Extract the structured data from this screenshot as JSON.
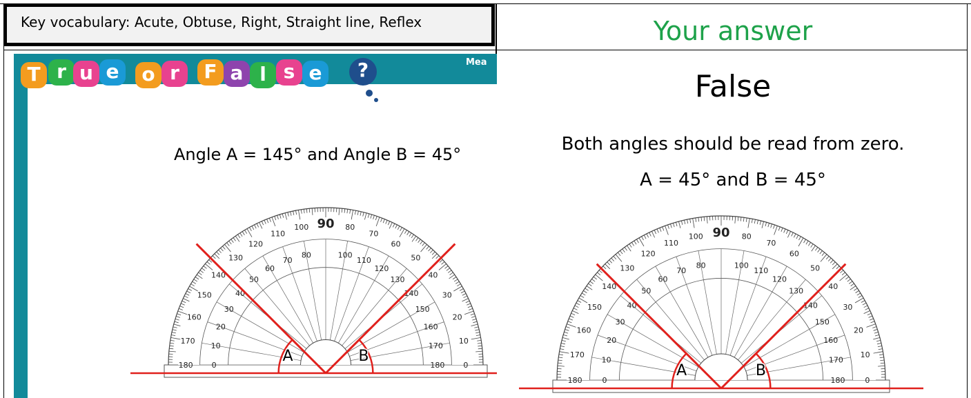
{
  "header": {
    "vocabulary": "Key vocabulary: Acute, Obtuse, Right, Straight line, Reflex",
    "answer_title": "Your answer"
  },
  "question": {
    "banner_letters": [
      "T",
      "r",
      "u",
      "e",
      "o",
      "r",
      "F",
      "a",
      "l",
      "s",
      "e",
      "?"
    ],
    "banner_colors": [
      "#f39c1f",
      "#2db24a",
      "#e8428f",
      "#1a9ad6",
      "#f39c1f",
      "#e8428f",
      "#f39c1f",
      "#8e44ad",
      "#2db24a",
      "#e8428f",
      "#1a9ad6",
      "#1f4e8c"
    ],
    "cut_off_label": "Mea",
    "statement": "Angle A = 145° and Angle B = 45°"
  },
  "answer": {
    "verdict": "False",
    "explanation_line1": "Both angles should be read from zero.",
    "explanation_line2": "A = 45° and B = 45°"
  },
  "protractor": {
    "inner_scale": [
      "0",
      "10",
      "20",
      "30",
      "40",
      "50",
      "60",
      "70",
      "80",
      "90",
      "100",
      "110",
      "120",
      "130",
      "140",
      "150",
      "160",
      "170",
      "180"
    ],
    "outer_scale": [
      "180",
      "170",
      "160",
      "150",
      "140",
      "130",
      "120",
      "110",
      "100",
      "90",
      "80",
      "70",
      "60",
      "50",
      "40",
      "30",
      "20",
      "10",
      "0"
    ],
    "angle_labels": [
      "A",
      "B"
    ],
    "line_color": "#e0201c"
  }
}
